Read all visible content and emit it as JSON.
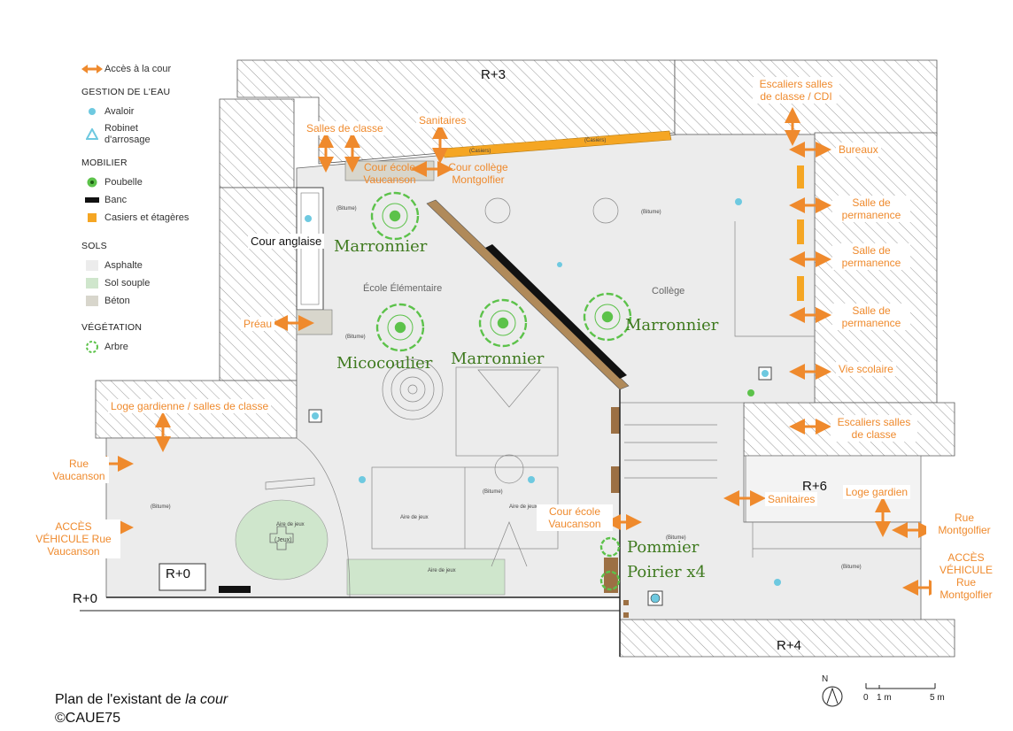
{
  "legend": {
    "access": "Accès à la cour",
    "water_title": "GESTION DE L'EAU",
    "avaloir": "Avaloir",
    "robinet": "Robinet d'arrosage",
    "mobilier_title": "MOBILIER",
    "poubelle": "Poubelle",
    "banc": "Banc",
    "casiers": "Casiers et étagères",
    "sols_title": "SOLS",
    "asphalte": "Asphalte",
    "sol_souple": "Sol souple",
    "beton": "Béton",
    "vegetation_title": "VÉGÉTATION",
    "arbre": "Arbre"
  },
  "floors": {
    "r3": "R+3",
    "r6": "R+6",
    "r4": "R+4",
    "r0_box": "R+0",
    "r0": "R+0"
  },
  "labels": {
    "cour_anglaise": "Cour anglaise",
    "ecole_elementaire": "École Élémentaire",
    "college": "Collège",
    "bitume": "(Bitume)",
    "jeux": "(Jeux)",
    "aire_de_jeux": "Aire de jeux",
    "casiers": "(Casiers)"
  },
  "orange_labels": {
    "salles_de_classe": "Salles de classe",
    "sanitaires_top": "Sanitaires",
    "cour_ecole_vaucanson_top": "Cour école Vaucanson",
    "cour_college_montgolfier": "Cour collège Montgolfier",
    "escaliers_cdi": "Escaliers salles de classe / CDI",
    "bureaux": "Bureaux",
    "salle_permanence_1": "Salle de permanence",
    "salle_permanence_2": "Salle de permanence",
    "salle_permanence_3": "Salle de permanence",
    "vie_scolaire": "Vie scolaire",
    "escaliers_classe": "Escaliers salles de classe",
    "preau": "Préau",
    "loge_gardienne": "Loge gardienne / salles de classe",
    "rue_vaucanson": "Rue Vaucanson",
    "acces_vehicule_vaucanson": "ACCÈS VÉHICULE Rue Vaucanson",
    "cour_ecole_vaucanson_bottom": "Cour école Vaucanson",
    "sanitaires_bottom": "Sanitaires",
    "loge_gardien": "Loge gardien",
    "rue_montgolfier": "Rue Montgolfier",
    "acces_vehicule_montgolfier": "ACCÈS VÉHICULE Rue Montgolfier"
  },
  "trees": {
    "marronnier_1": "Marronnier",
    "marronnier_2": "Marronnier",
    "marronnier_3": "Marronnier",
    "micocoulier": "Micocoulier",
    "pommier": "Pommier",
    "poirier": "Poirier x4"
  },
  "caption": {
    "line1_prefix": "Plan de l'existant de ",
    "line1_italic": "la cour",
    "line2": "©CAUE75"
  },
  "scale": {
    "north": "N",
    "zero": "0",
    "one": "1 m",
    "five": "5 m"
  },
  "colors": {
    "orange": "#ef8a2d",
    "green_tree": "#5cc24a",
    "green_text": "#3f7a1f",
    "avaloir": "#6ec9e0",
    "asphalte": "#ececec",
    "sol_souple": "#cfe6cc",
    "beton": "#d8d6cc",
    "casiers": "#f5a623"
  }
}
